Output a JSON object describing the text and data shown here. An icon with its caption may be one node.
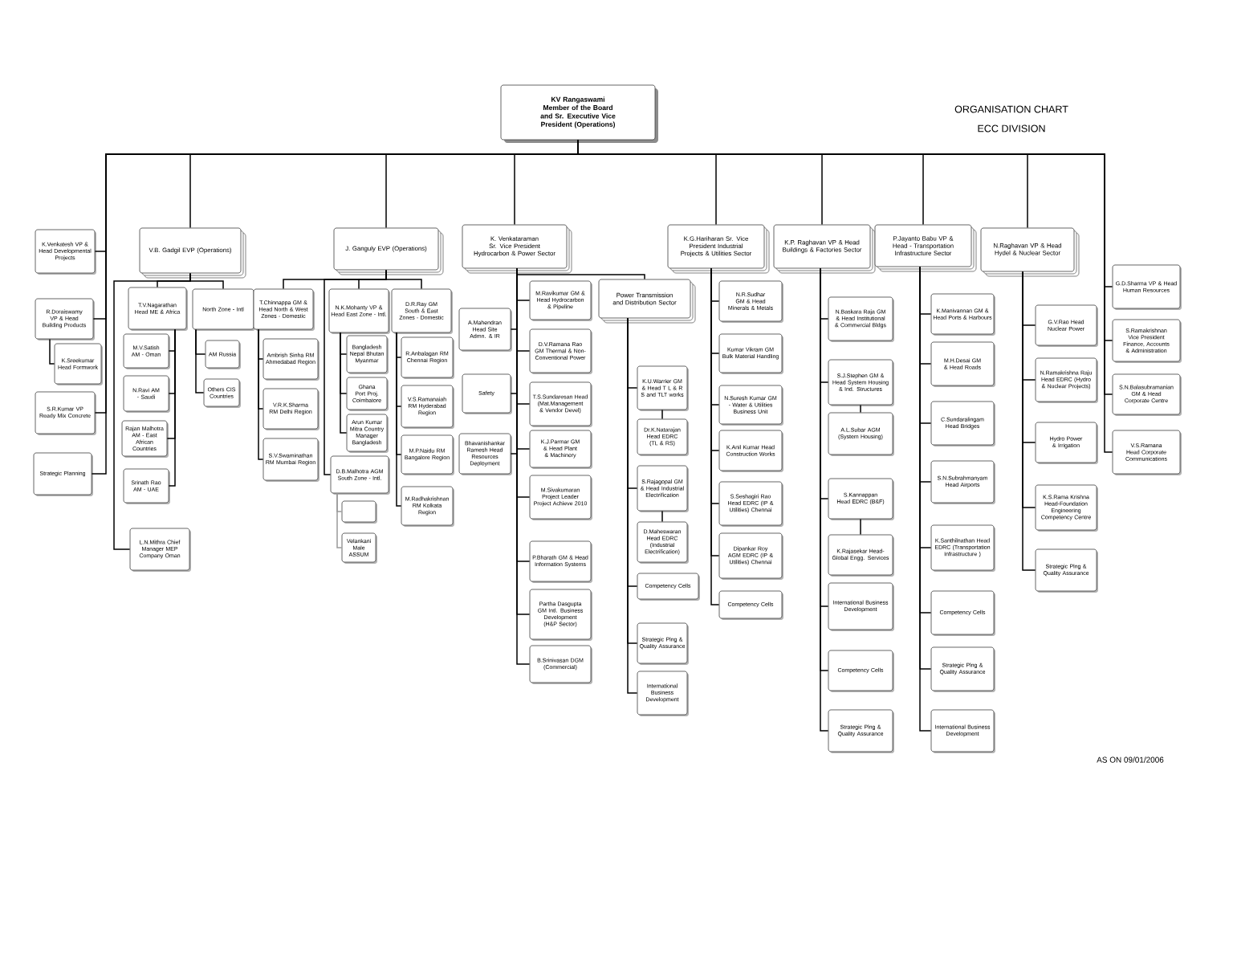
{
  "diagram": {
    "title": "ORGANISATION CHART",
    "nodes": [
      {
        "text": [
          "KV Rangaswami",
          "Member of the Board and Sr. Executive Vice President (Operations)"
        ]
      },
      {
        "text": [
          "K.Venkatesh VP & Head Developmental Projects"
        ]
      },
      {
        "text": [
          "R.Doraiswamy VP & Head Building Products"
        ]
      },
      {
        "text": [
          "K.Sreekumar Head Formwork"
        ]
      },
      {
        "text": [
          "S.R.Kumar VP Ready Mix Concrete"
        ]
      },
      {
        "text": [
          "Strategic Planning"
        ]
      },
      {
        "text": [
          "V.B. Gadgil EVP (Operations)"
        ]
      },
      {
        "text": [
          "T.V.Nagarathan Head ME & Africa"
        ]
      },
      {
        "text": [
          "M.V.Satish AM - Oman"
        ]
      },
      {
        "text": [
          "N.Ravi AM - Saudi"
        ]
      },
      {
        "text": [
          "Rajan Malhotra AM - East African Countries"
        ]
      },
      {
        "text": [
          "Srinath Rao AM - UAE"
        ]
      },
      {
        "text": [
          "North Zone - Intl"
        ]
      },
      {
        "text": [
          "AM Russia"
        ]
      },
      {
        "text": [
          "Others CIS Countries"
        ]
      },
      {
        "text": [
          "L.N.Mithra Chief Manager MEP Company Oman"
        ]
      },
      {
        "text": [
          "J. Ganguly EVP (Operations)"
        ]
      },
      {
        "text": [
          "T.Chinnappa GM & Head North & West Zones - Domestic"
        ]
      },
      {
        "text": [
          "Ambrish Sinha RM Ahmedabad Region"
        ]
      },
      {
        "text": [
          "V.R.K.Sharma RM Delhi Region"
        ]
      },
      {
        "text": [
          "S.V.Swaminathan RM Mumbai Region"
        ]
      },
      {
        "text": [
          "N.K.Mohanty VP & Head East Zone - Intl."
        ]
      },
      {
        "text": [
          "Bangladesh Nepal Bhutan Myanmar"
        ]
      },
      {
        "text": [
          "Ghana Port Proj. Coimbatore"
        ]
      },
      {
        "text": [
          "Arun Kumar Mitra Country Manager Bangladesh"
        ]
      },
      {
        "text": [
          "D.B.Malhotra AGM South Zone - Intl."
        ]
      },
      {
        "text": [],
        "shape": "box"
      },
      {
        "text": [
          "Velankani Male ASSUM"
        ]
      },
      {
        "text": [
          "D.R.Ray GM South & East Zones - Domestic"
        ]
      },
      {
        "text": [
          "R.Anbalagan RM Chennai Region"
        ]
      },
      {
        "text": [
          "V.S.Ramanaiah RM Hyderabad Region"
        ]
      },
      {
        "text": [
          "M.P.Naidu RM Bangalore Region"
        ]
      },
      {
        "text": [
          "M.Radhakrishnan RM Kolkata Region"
        ]
      },
      {
        "text": [
          "K. Venkataraman Sr. Vice President Hydrocarbon & Power Sector"
        ]
      },
      {
        "text": [
          "M.Ravikumar GM & Head Hydrocarbon & Pipeline"
        ]
      },
      {
        "text": [
          "D.V.Ramana Rao GM Thermal & Non-Conventional Power"
        ]
      },
      {
        "text": [
          "T.S.Sundaresan Head (Mat.Management & Vendor Devel)"
        ]
      },
      {
        "text": [
          "K.J.Parmar GM & Head Plant & Machinery"
        ]
      },
      {
        "text": [
          "M.Sivakumaran Project Leader Project Achieve 2010"
        ]
      },
      {
        "text": [
          "P.Bharath GM & Head Information Systems"
        ]
      },
      {
        "text": [
          "Partha Dasgupta GM Intl. Business Development (H&P Sector)"
        ]
      },
      {
        "text": [
          "B.Srinivasan DGM (Commercial)"
        ]
      },
      {
        "text": [
          "A.Mahendran Head Site Admn. & IR"
        ]
      },
      {
        "text": [
          "Safety"
        ]
      },
      {
        "text": [
          "Bhavanishankar Ramesh Head Resources Deployment"
        ]
      },
      {
        "text": [
          "Power Transmission and Distribution Sector"
        ]
      },
      {
        "text": [
          "K.U.Warrier GM & Head T L & R S and TLT works"
        ]
      },
      {
        "text": [
          "Dr.K.Natarajan Head EDRC (TL & RS)"
        ]
      },
      {
        "text": [
          "S.Rajagopal GM & Head Industrial Electrification"
        ]
      },
      {
        "text": [
          "D.Maheswaran Head EDRC (Industrial Electrification)"
        ]
      },
      {
        "text": [
          "Competency Cells"
        ]
      },
      {
        "text": [
          "Strategic Plng & Quality Assurance"
        ]
      },
      {
        "text": [
          "International Business Development"
        ]
      },
      {
        "text": [
          "K.G.Hariharan Sr. Vice President Industrial Projects & Utilities Sector"
        ]
      },
      {
        "text": [
          "N.R.Sudhar GM & Head Minerals & Metals"
        ]
      },
      {
        "text": [
          "Kumar Vikram GM Bulk Material Handling"
        ]
      },
      {
        "text": [
          "N.Suresh Kumar GM - Water & Utilities Business Unit"
        ]
      },
      {
        "text": [
          "K.Anil Kumar Head Construction Works"
        ]
      },
      {
        "text": [
          "S.Seshagiri Rao Head EDRC (IP & Utilities) Chennai"
        ]
      },
      {
        "text": [
          "Dipankar Roy AGM EDRC (IP & Utilities) Chennai"
        ]
      },
      {
        "text": [
          "Competency Cells"
        ]
      },
      {
        "text": [
          "K.P. Raghavan VP & Head Buildings & Factories Sector"
        ]
      },
      {
        "text": [
          "N.Baskara Raja GM & Head Institutional & Commercial Bldgs"
        ]
      },
      {
        "text": [
          "S.J.Stephen GM & Head System Housing & Ind. Structures"
        ]
      },
      {
        "text": [
          "A.L.Subar AGM (System Housing)"
        ]
      },
      {
        "text": [
          "S.Kannappan Head EDRC (B&F)"
        ]
      },
      {
        "text": [
          "K.Rajasekar Head-Global Engg. Services"
        ]
      },
      {
        "text": [
          "International Business Development"
        ]
      },
      {
        "text": [
          "Competency Cells"
        ]
      },
      {
        "text": [
          "Strategic Plng & Quality Assurance"
        ]
      },
      {
        "text": [
          "P.Jayanto Babu VP & Head - Transportation Infrastructure Sector"
        ]
      },
      {
        "text": [
          "K.Manivannan GM & Head Ports & Harbours"
        ]
      },
      {
        "text": [
          "M.H.Desai GM & Head Roads"
        ]
      },
      {
        "text": [
          "C.Sundaralingam Head Bridges"
        ]
      },
      {
        "text": [
          "S.N.Subrahmanyam Head Airports"
        ]
      },
      {
        "text": [
          "K.Santhilnathan Head EDRC (Transportation Infrastructure )"
        ]
      },
      {
        "text": [
          "Competency Cells"
        ]
      },
      {
        "text": [
          "Strategic Plng & Quality Assurance"
        ]
      },
      {
        "text": [
          "International Business Development"
        ]
      },
      {
        "text": [
          "N.Raghavan VP & Head Hydel & Nuclear Sector"
        ]
      },
      {
        "text": [
          "G.V.Rao Head Nuclear Power"
        ]
      },
      {
        "text": [
          "N.Ramakrishna Raju Head EDRC (Hydro & Nuclear Projects)"
        ]
      },
      {
        "text": [
          "Hydro Power & Irrigation"
        ]
      },
      {
        "text": [
          "K.S.Rama Krishna Head-Foundation Engineering Competency Centre"
        ]
      },
      {
        "text": [
          "Strategic Plng & Quality Assurance"
        ]
      },
      {
        "text": [
          "G.D.Sharma VP & Head Human Resources"
        ]
      },
      {
        "text": [
          "S.Ramakrishnan Vice President Finance, Accounts & Administration"
        ]
      },
      {
        "text": [
          "S.N.Balasubramanian GM & Head Corporate Centre"
        ]
      },
      {
        "text": [
          "V.S.Ramana Head Corporate Communications"
        ]
      }
    ],
    "edges": [
      {
        "from": 0,
        "to": 1,
        "arrow": "none"
      },
      {
        "from": 0,
        "to": 2,
        "arrow": "none"
      },
      {
        "from": 2,
        "to": 3,
        "arrow": "none"
      },
      {
        "from": 0,
        "to": 4,
        "arrow": "none"
      },
      {
        "from": 0,
        "to": 5,
        "arrow": "none"
      },
      {
        "from": 0,
        "to": 6,
        "arrow": "none"
      },
      {
        "from": 6,
        "to": 7,
        "arrow": "none"
      },
      {
        "from": 7,
        "to": 8,
        "arrow": "none"
      },
      {
        "from": 7,
        "to": 9,
        "arrow": "none"
      },
      {
        "from": 7,
        "to": 10,
        "arrow": "none"
      },
      {
        "from": 7,
        "to": 11,
        "arrow": "none"
      },
      {
        "from": 6,
        "to": 12,
        "arrow": "none"
      },
      {
        "from": 12,
        "to": 13,
        "arrow": "none"
      },
      {
        "from": 12,
        "to": 14,
        "arrow": "none"
      },
      {
        "from": 6,
        "to": 15,
        "arrow": "none"
      },
      {
        "from": 0,
        "to": 16,
        "arrow": "none"
      },
      {
        "from": 16,
        "to": 17,
        "arrow": "none"
      },
      {
        "from": 17,
        "to": 18,
        "arrow": "none"
      },
      {
        "from": 17,
        "to": 19,
        "arrow": "none"
      },
      {
        "from": 17,
        "to": 20,
        "arrow": "none"
      },
      {
        "from": 16,
        "to": 21,
        "arrow": "none"
      },
      {
        "from": 21,
        "to": 22,
        "arrow": "none"
      },
      {
        "from": 21,
        "to": 23,
        "arrow": "none"
      },
      {
        "from": 21,
        "to": 24,
        "arrow": "none"
      },
      {
        "from": 16,
        "to": 25,
        "arrow": "none"
      },
      {
        "from": 25,
        "to": 26,
        "arrow": "none",
        "color": "#9a9a9a"
      },
      {
        "from": 25,
        "to": 27,
        "arrow": "none",
        "color": "#9a9a9a"
      },
      {
        "from": 16,
        "to": 28,
        "arrow": "none"
      },
      {
        "from": 28,
        "to": 29,
        "arrow": "none"
      },
      {
        "from": 28,
        "to": 30,
        "arrow": "none"
      },
      {
        "from": 28,
        "to": 31,
        "arrow": "none"
      },
      {
        "from": 28,
        "to": 32,
        "arrow": "none"
      },
      {
        "from": 0,
        "to": 33,
        "arrow": "none"
      },
      {
        "from": 33,
        "to": 34,
        "arrow": "none"
      },
      {
        "from": 33,
        "to": 35,
        "arrow": "none"
      },
      {
        "from": 33,
        "to": 36,
        "arrow": "none"
      },
      {
        "from": 33,
        "to": 37,
        "arrow": "none"
      },
      {
        "from": 33,
        "to": 38,
        "arrow": "none"
      },
      {
        "from": 33,
        "to": 39,
        "arrow": "none"
      },
      {
        "from": 33,
        "to": 40,
        "arrow": "none"
      },
      {
        "from": 33,
        "to": 41,
        "arrow": "none"
      },
      {
        "from": 33,
        "to": 42,
        "arrow": "none"
      },
      {
        "from": 33,
        "to": 43,
        "arrow": "none"
      },
      {
        "from": 33,
        "to": 44,
        "arrow": "none"
      },
      {
        "from": 33,
        "to": 45,
        "arrow": "none"
      },
      {
        "from": 45,
        "to": 46,
        "arrow": "none"
      },
      {
        "from": 46,
        "to": 47,
        "arrow": "none"
      },
      {
        "from": 45,
        "to": 48,
        "arrow": "none"
      },
      {
        "from": 48,
        "to": 49,
        "arrow": "none"
      },
      {
        "from": 45,
        "to": 50,
        "arrow": "none"
      },
      {
        "from": 45,
        "to": 51,
        "arrow": "none"
      },
      {
        "from": 45,
        "to": 52,
        "arrow": "none"
      },
      {
        "from": 0,
        "to": 53,
        "arrow": "none"
      },
      {
        "from": 53,
        "to": 54,
        "arrow": "none"
      },
      {
        "from": 53,
        "to": 55,
        "arrow": "none"
      },
      {
        "from": 53,
        "to": 56,
        "arrow": "none"
      },
      {
        "from": 53,
        "to": 57,
        "arrow": "none"
      },
      {
        "from": 53,
        "to": 58,
        "arrow": "none"
      },
      {
        "from": 53,
        "to": 59,
        "arrow": "none"
      },
      {
        "from": 53,
        "to": 60,
        "arrow": "none"
      },
      {
        "from": 0,
        "to": 61,
        "arrow": "none"
      },
      {
        "from": 61,
        "to": 62,
        "arrow": "none"
      },
      {
        "from": 61,
        "to": 63,
        "arrow": "none"
      },
      {
        "from": 63,
        "to": 64,
        "arrow": "none"
      },
      {
        "from": 61,
        "to": 65,
        "arrow": "none"
      },
      {
        "from": 65,
        "to": 66,
        "arrow": "none"
      },
      {
        "from": 61,
        "to": 67,
        "arrow": "none"
      },
      {
        "from": 61,
        "to": 68,
        "arrow": "none"
      },
      {
        "from": 61,
        "to": 69,
        "arrow": "none"
      },
      {
        "from": 0,
        "to": 70,
        "arrow": "none"
      },
      {
        "from": 70,
        "to": 71,
        "arrow": "none"
      },
      {
        "from": 70,
        "to": 72,
        "arrow": "none"
      },
      {
        "from": 70,
        "to": 73,
        "arrow": "none"
      },
      {
        "from": 70,
        "to": 74,
        "arrow": "none"
      },
      {
        "from": 70,
        "to": 75,
        "arrow": "none"
      },
      {
        "from": 70,
        "to": 76,
        "arrow": "none"
      },
      {
        "from": 70,
        "to": 77,
        "arrow": "none"
      },
      {
        "from": 70,
        "to": 78,
        "arrow": "none"
      },
      {
        "from": 0,
        "to": 79,
        "arrow": "none"
      },
      {
        "from": 79,
        "to": 80,
        "arrow": "none"
      },
      {
        "from": 79,
        "to": 81,
        "arrow": "none"
      },
      {
        "from": 79,
        "to": 82,
        "arrow": "none"
      },
      {
        "from": 79,
        "to": 83,
        "arrow": "none"
      },
      {
        "from": 79,
        "to": 84,
        "arrow": "none"
      },
      {
        "from": 0,
        "to": 85,
        "arrow": "none"
      },
      {
        "from": 0,
        "to": 86,
        "arrow": "none"
      },
      {
        "from": 0,
        "to": 87,
        "arrow": "none"
      },
      {
        "from": 0,
        "to": 88,
        "arrow": "none"
      }
    ],
    "labels": [
      "ECC DIVISION",
      "AS ON 09/01/2006"
    ]
  }
}
